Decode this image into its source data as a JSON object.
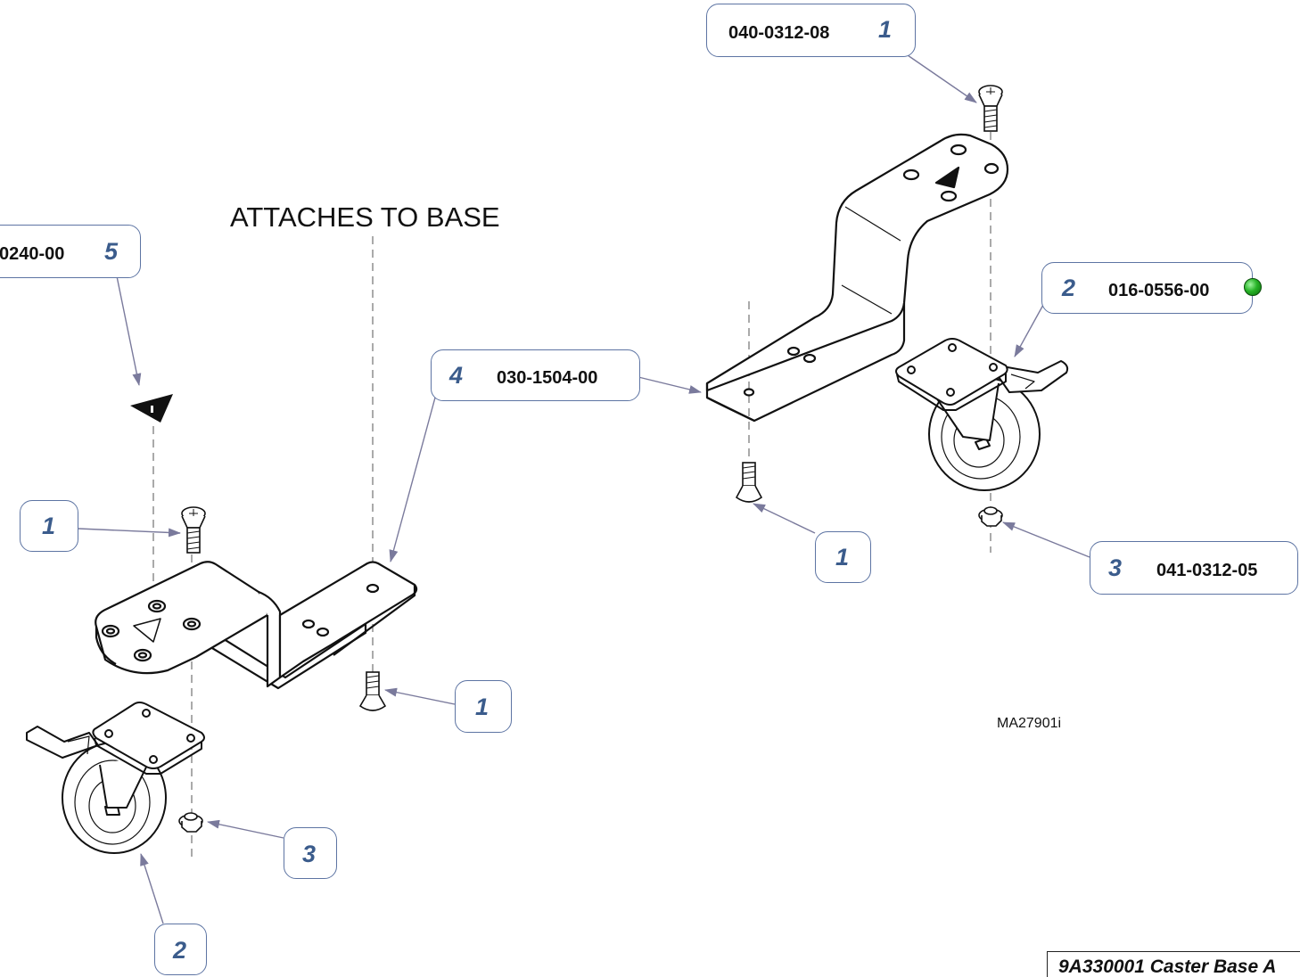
{
  "annotations": {
    "attaches_to_base": "ATTACHES TO BASE",
    "drawing_id": "MA27901i",
    "title_block": "9A330001 Caster Base A"
  },
  "callouts": {
    "top_screw": {
      "item": "1",
      "part": "040-0312-08"
    },
    "label_left": {
      "item": "5",
      "part": "0240-00"
    },
    "caster_right": {
      "item": "2",
      "part": "016-0556-00"
    },
    "bracket": {
      "item": "4",
      "part": "030-1504-00"
    },
    "nut_right": {
      "item": "3",
      "part": "041-0312-05"
    },
    "screw_left_top": {
      "item": "1"
    },
    "screw_right_bottom": {
      "item": "1"
    },
    "screw_left_bottom": {
      "item": "1"
    },
    "nut_left": {
      "item": "3"
    },
    "caster_left": {
      "item": "2"
    }
  },
  "colors": {
    "callout_border": "#5d74a3",
    "item_number": "#3b5c8c",
    "leader_line": "#7a7a9c",
    "status_dot": "#27b327"
  },
  "icons": [
    "screw-icon",
    "nut-icon",
    "caster-icon",
    "warning-label-icon",
    "bracket-icon",
    "status-dot-icon"
  ]
}
